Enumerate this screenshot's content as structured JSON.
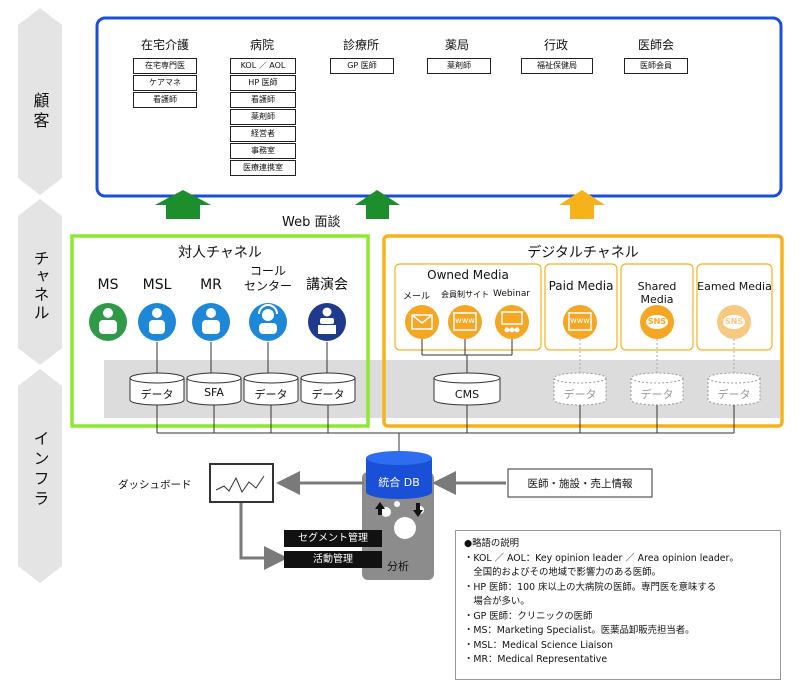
{
  "sidebar": {
    "customer": "顧客",
    "channel": "チャネル",
    "infra": "インフラ"
  },
  "customers": {
    "zaitaku": {
      "title": "在宅介護",
      "items": [
        "在宅専門医",
        "ケアマネ",
        "看護師"
      ]
    },
    "byoin": {
      "title": "病院",
      "items": [
        "KOL ／ AOL",
        "HP 医師",
        "看護師",
        "薬剤師",
        "経営者",
        "事務室",
        "医療連携室"
      ]
    },
    "shinryojo": {
      "title": "診療所",
      "items": [
        "GP 医師"
      ]
    },
    "yakkyoku": {
      "title": "薬局",
      "items": [
        "薬剤師"
      ]
    },
    "gyosei": {
      "title": "行政",
      "items": [
        "福祉保健局"
      ]
    },
    "ishikai": {
      "title": "医師会",
      "items": [
        "医師会員"
      ]
    }
  },
  "web_meeting": "Web 面談",
  "personal_channel": {
    "title": "対人チャネル",
    "roles": [
      "MS",
      "MSL",
      "MR",
      "コール\nセンター",
      "講演会"
    ],
    "databases": [
      "データ",
      "SFA",
      "データ",
      "データ"
    ]
  },
  "digital_channel": {
    "title": "デジタルチャネル",
    "owned": {
      "title": "Owned Media",
      "items": [
        "メール",
        "会員制サイト",
        "Webinar"
      ]
    },
    "paid": "Paid Media",
    "shared": "Shared Media",
    "earned": "Eamed Media",
    "cms": "CMS",
    "data": [
      "データ",
      "データ",
      "データ"
    ]
  },
  "icon_text": {
    "www": "www",
    "sns": "SNS"
  },
  "infra": {
    "db": "統合 DB",
    "dashboard": "ダッシュボード",
    "info": "医師・施設・売上情報",
    "segment": "セグメント管理",
    "activity": "活動管理",
    "analysis": "分析"
  },
  "legend": {
    "title": "●略語の説明",
    "lines": [
      "・KOL ／ AOL：Key opinion leader ／ Area opinion leader。",
      "　全国的およびその地域で影響力のある医師。",
      "・HP 医師：100 床以上の大病院の医師。専門医を意味する",
      "　場合が多い。",
      "・GP 医師：クリニックの医師",
      "・MS：Marketing Specialist。医薬品卸販売担当者。",
      "・MSL：Medical Science Liaison",
      "・MR：Medical Representative"
    ]
  },
  "colors": {
    "customer_border": "#1a4fd8",
    "personal_border": "#8ee832",
    "digital_border": "#f7b21b",
    "arrow_green": "#1c8e2b",
    "arrow_orange": "#f7b21b",
    "db_blue": "#1a4fd8",
    "sidebar_gray": "#e4e4e4",
    "role_green": "#2e9a47",
    "role_blue": "#1e88d8",
    "role_navy": "#1f3a8c",
    "media_orange": "#f5a623"
  },
  "icons": {
    "roles": [
      "doctor-person-icon",
      "presenter-person-icon",
      "suited-person-icon",
      "headset-operator-icon",
      "podium-speaker-icon"
    ],
    "media": [
      "mail-icon",
      "www-icon",
      "webinar-icon",
      "www-icon",
      "sns-icon",
      "sns-icon"
    ]
  }
}
